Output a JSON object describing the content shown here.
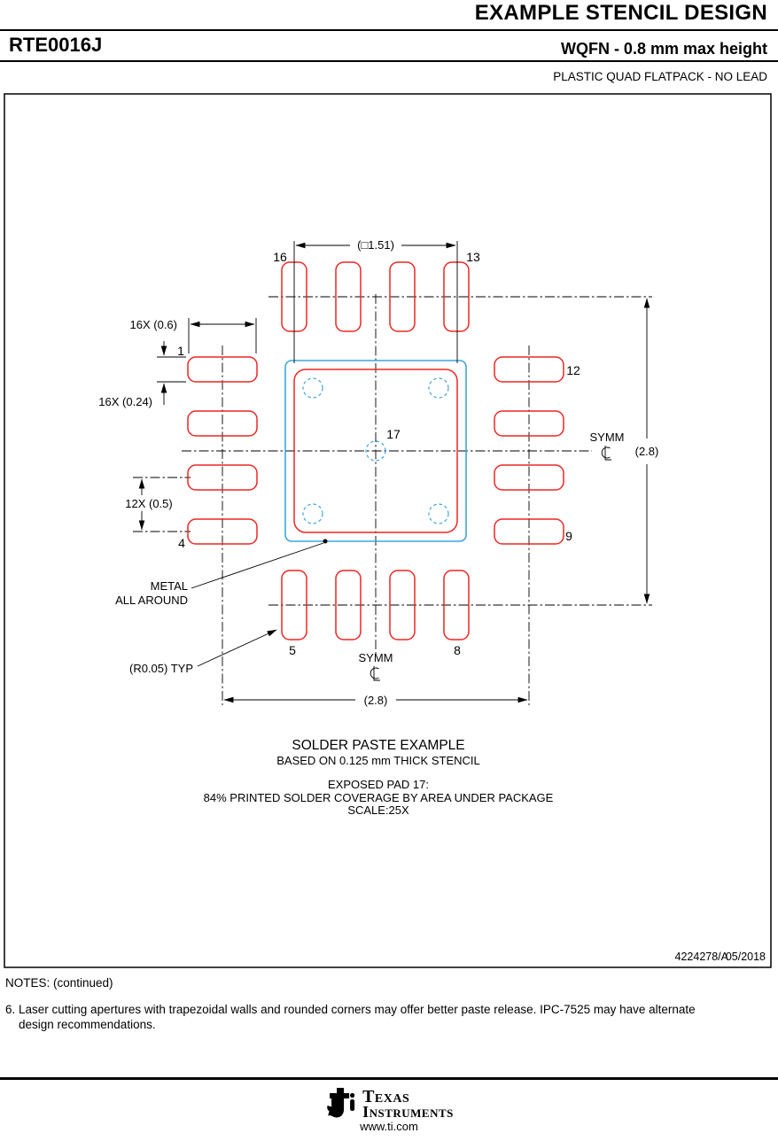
{
  "header": {
    "title": "EXAMPLE STENCIL DESIGN",
    "part_number": "RTE0016J",
    "package_title": "WQFN - 0.8 mm max height",
    "package_subtitle": "PLASTIC QUAD FLATPACK - NO LEAD"
  },
  "drawing": {
    "dims": {
      "aperture_square": "(□1.51)",
      "pad_length": "16X (0.6)",
      "pad_width": "16X (0.24)",
      "pad_pitch": "12X (0.5)",
      "span_vertical": "(2.8)",
      "span_horizontal": "(2.8)",
      "corner_radius": "(R0.05) TYP"
    },
    "labels": {
      "symm_right": "SYMM",
      "symm_bottom": "SYMM",
      "metal_line1": "METAL",
      "metal_line2": "ALL AROUND",
      "exposed_pad": "17"
    },
    "pins": {
      "p1": "1",
      "p4": "4",
      "p5": "5",
      "p8": "8",
      "p9": "9",
      "p12": "12",
      "p13": "13",
      "p16": "16"
    },
    "caption": {
      "title": "SOLDER PASTE EXAMPLE",
      "subtitle": "BASED ON 0.125 mm THICK STENCIL",
      "line1": "EXPOSED PAD 17:",
      "line2": "84% PRINTED SOLDER COVERAGE BY AREA UNDER PACKAGE",
      "line3": "SCALE:25X"
    },
    "doc_number": "4224278/A",
    "doc_date": "05/2018",
    "colors": {
      "aperture_red": "#ee2722",
      "package_blue": "#3fa6dd"
    }
  },
  "notes": {
    "heading": "NOTES: (continued)",
    "note6_line1": "6. Laser cutting apertures with trapezoidal walls and rounded corners may offer better paste release. IPC-7525 may have alternate",
    "note6_line2": "design recommendations."
  },
  "footer": {
    "brand_top": "Texas",
    "brand_bottom": "Instruments",
    "website": "www.ti.com"
  }
}
